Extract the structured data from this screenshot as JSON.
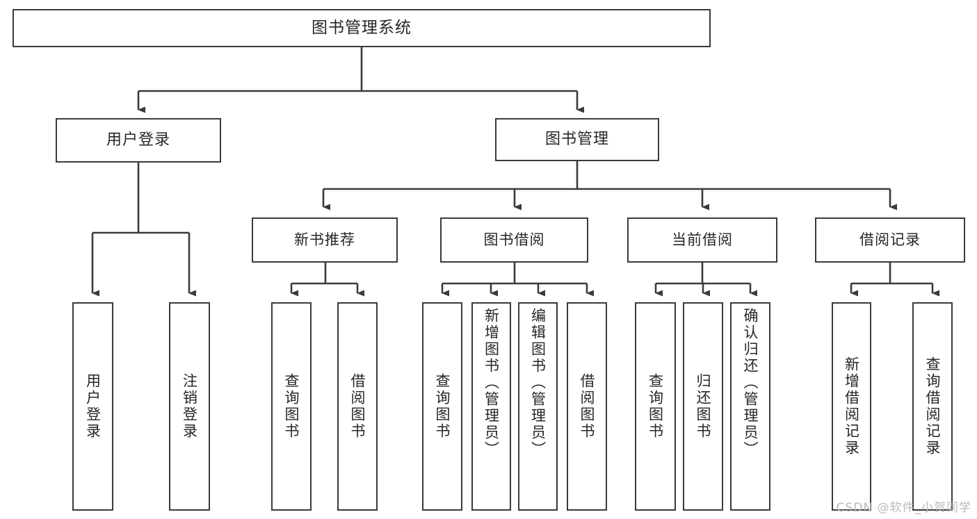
{
  "diagram": {
    "title": "图书管理系统",
    "watermark": "CSDN @软件_小贺同学",
    "style": {
      "stroke": "#3a3a3a",
      "text": "#262626",
      "background": "#ffffff",
      "watermark_color": "#b9b9b9"
    },
    "root": {
      "label": "图书管理系统"
    },
    "level1": [
      {
        "label": "用户登录"
      },
      {
        "label": "图书管理"
      }
    ],
    "level2": [
      {
        "label": "新书推荐"
      },
      {
        "label": "图书借阅"
      },
      {
        "label": "当前借阅"
      },
      {
        "label": "借阅记录"
      }
    ],
    "leaves": {
      "user_login": [
        {
          "label": "用户登录"
        },
        {
          "label": "注销登录"
        }
      ],
      "new_book": [
        {
          "label": "查询图书"
        },
        {
          "label": "借阅图书"
        }
      ],
      "borrow_book": [
        {
          "label": "查询图书"
        },
        {
          "label": "新增图书（管理员）"
        },
        {
          "label": "编辑图书（管理员）"
        },
        {
          "label": "借阅图书"
        }
      ],
      "current_borrow": [
        {
          "label": "查询图书"
        },
        {
          "label": "归还图书"
        },
        {
          "label": "确认归还（管理员）"
        }
      ],
      "borrow_record": [
        {
          "label": "新增借阅记录"
        },
        {
          "label": "查询借阅记录"
        }
      ]
    }
  }
}
